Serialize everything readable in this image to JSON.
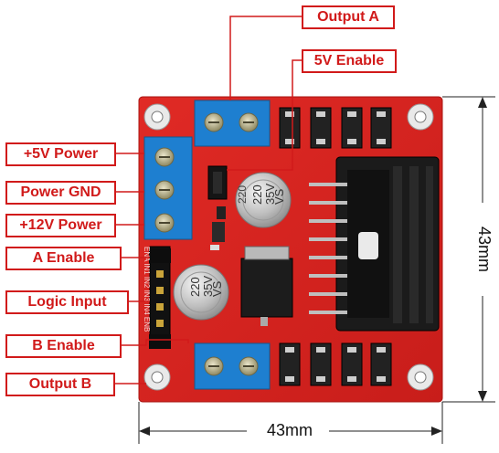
{
  "labels": {
    "output_a": "Output A",
    "enable_5v": "5V Enable",
    "power_5v": "+5V Power",
    "power_gnd": "Power GND",
    "power_12v": "+12V Power",
    "a_enable": "A Enable",
    "logic_input": "Logic Input",
    "b_enable": "B Enable",
    "output_b": "Output B"
  },
  "dimensions": {
    "width": "43mm",
    "height": "43mm"
  },
  "component_text": {
    "cap_top_value": "220",
    "cap_top_voltage": "35V",
    "cap_top_series": "VS",
    "cap_bottom_value": "220",
    "cap_bottom_voltage": "35V",
    "cap_bottom_series": "VS",
    "pin_labels": "ENA IN1 IN2 IN3 IN4 ENB"
  },
  "colors": {
    "board": "#d4231f",
    "label": "#d11a1a",
    "terminal": "#1e7fd0",
    "chip": "#1b1b1b"
  }
}
